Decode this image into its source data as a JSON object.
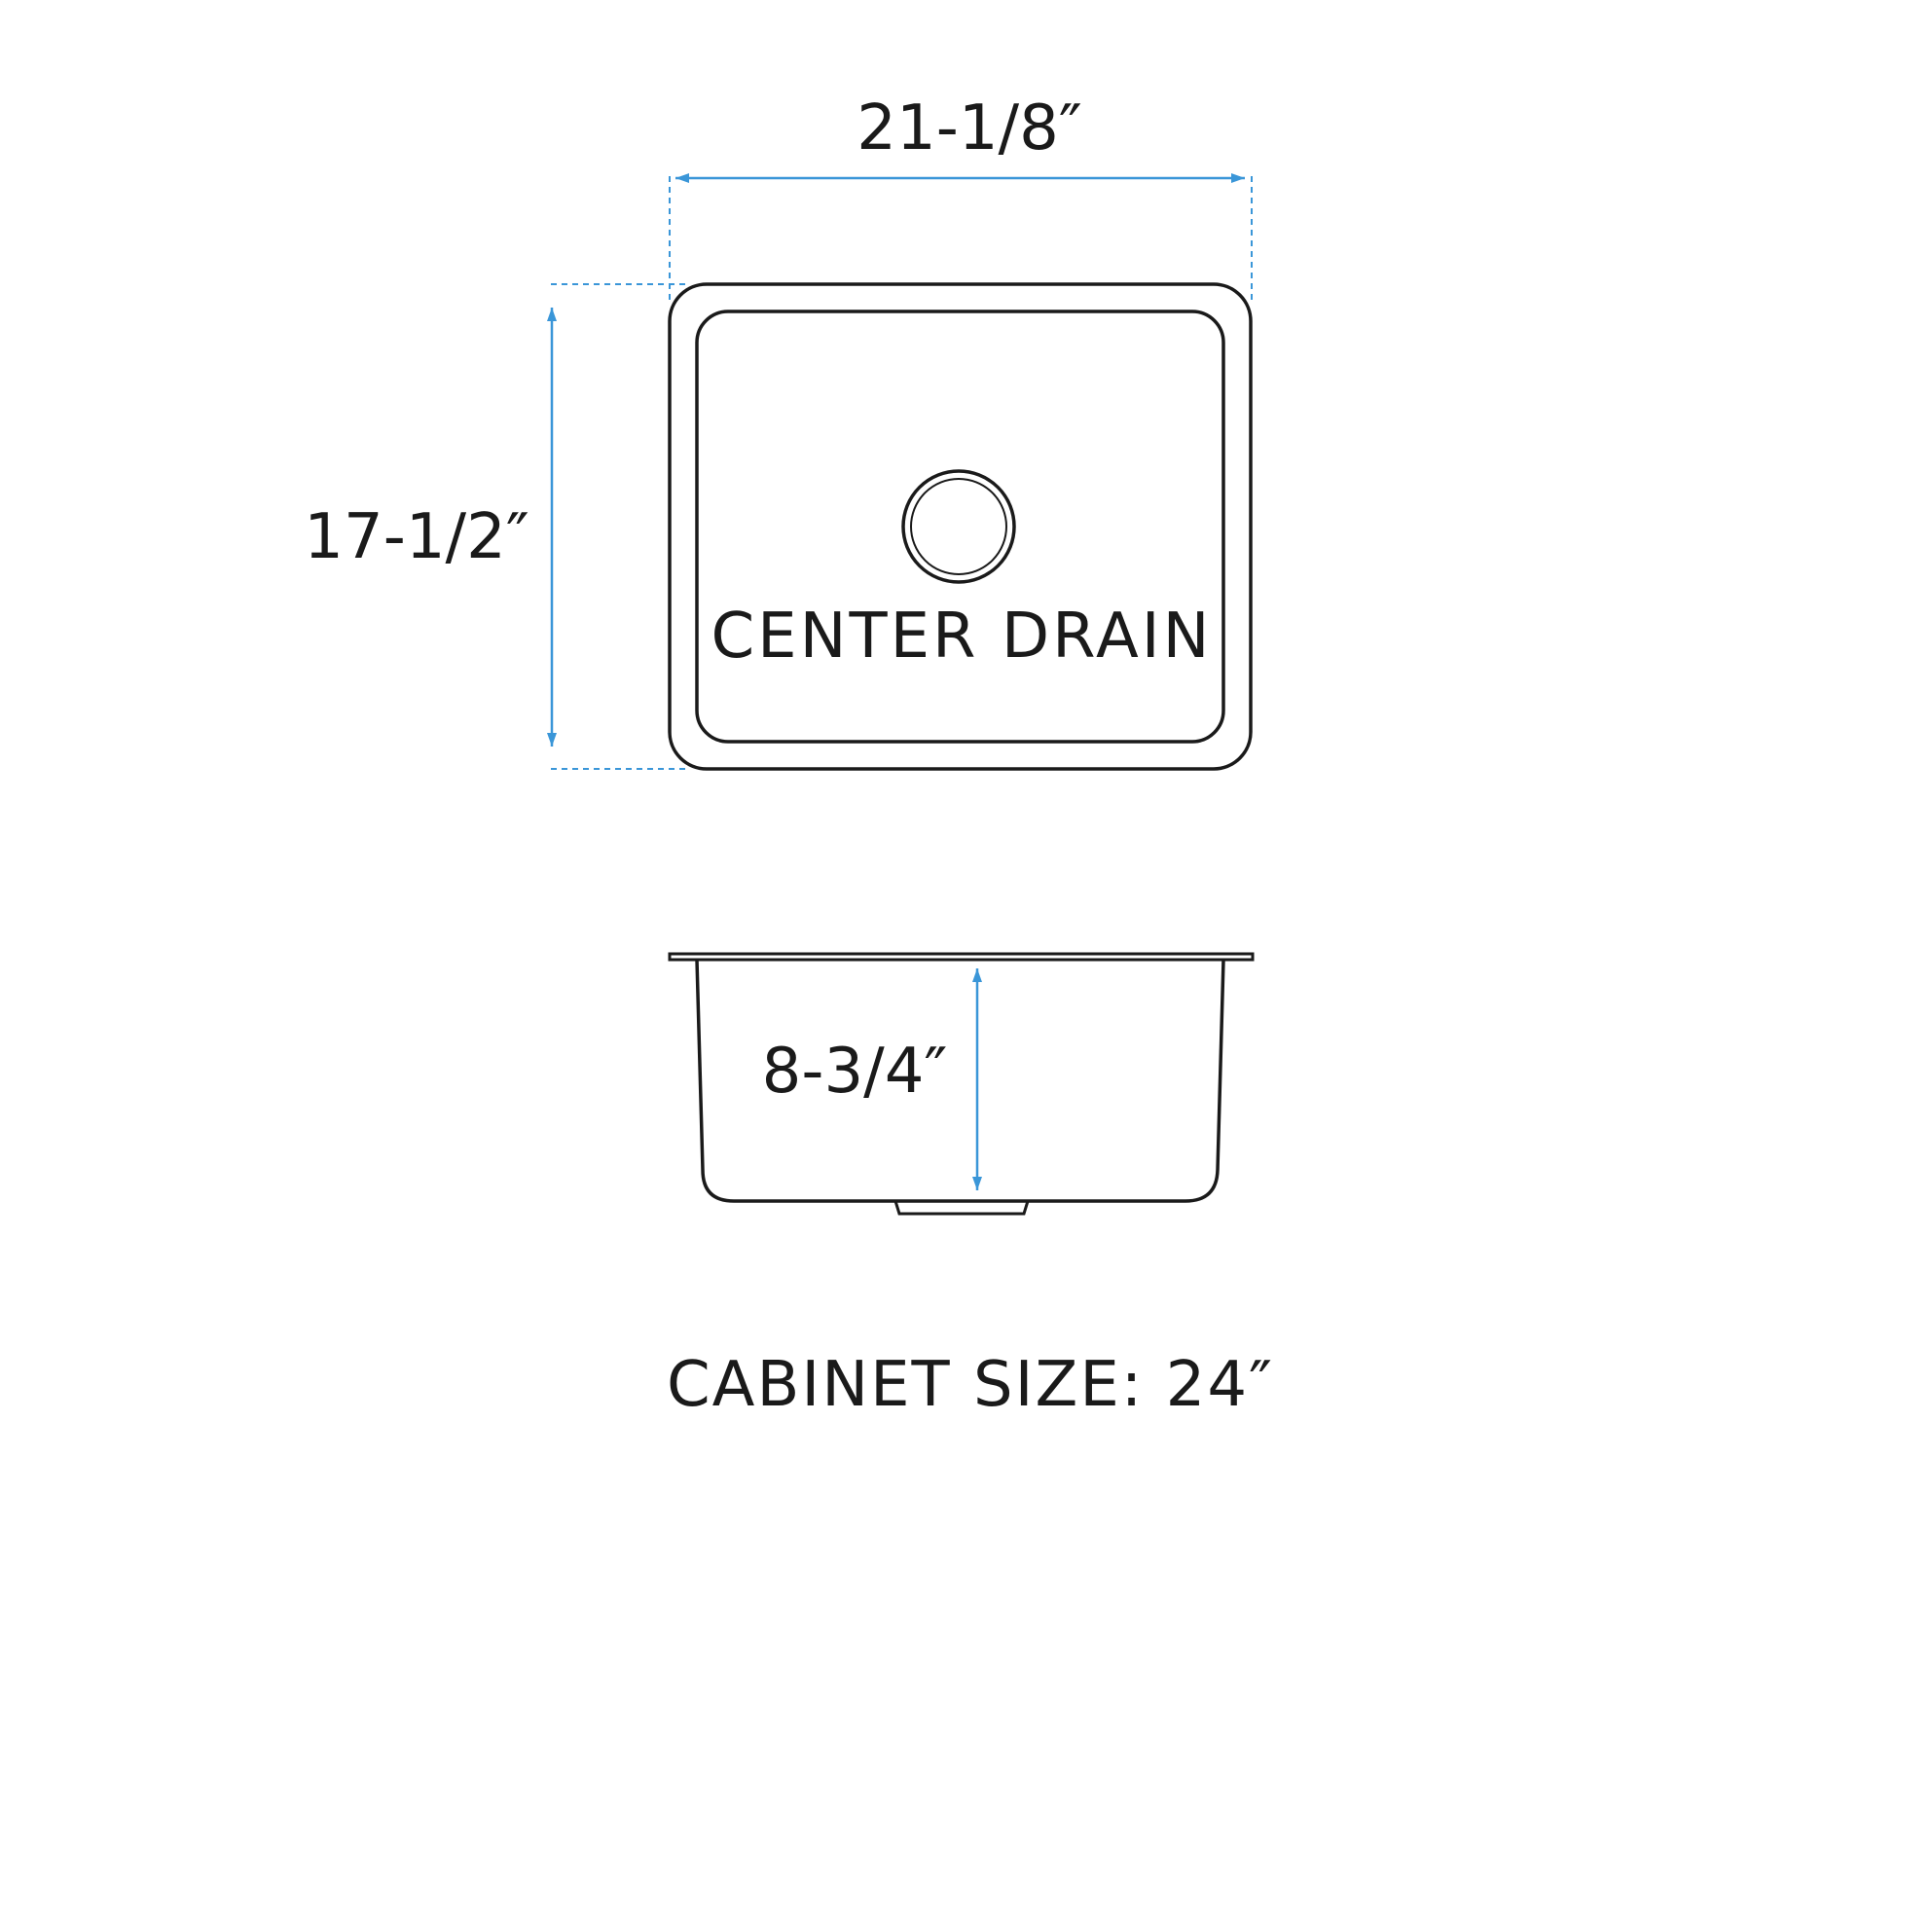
{
  "top_view": {
    "width_label": "21-1/8″",
    "length_label": "17-1/2″",
    "drain_label": "CENTER DRAIN"
  },
  "side_view": {
    "depth_label": "8-3/4″"
  },
  "cabinet_label": "CABINET SIZE: 24″",
  "colors": {
    "outline": "#1a1a1a",
    "dimension": "#3a96d8"
  }
}
